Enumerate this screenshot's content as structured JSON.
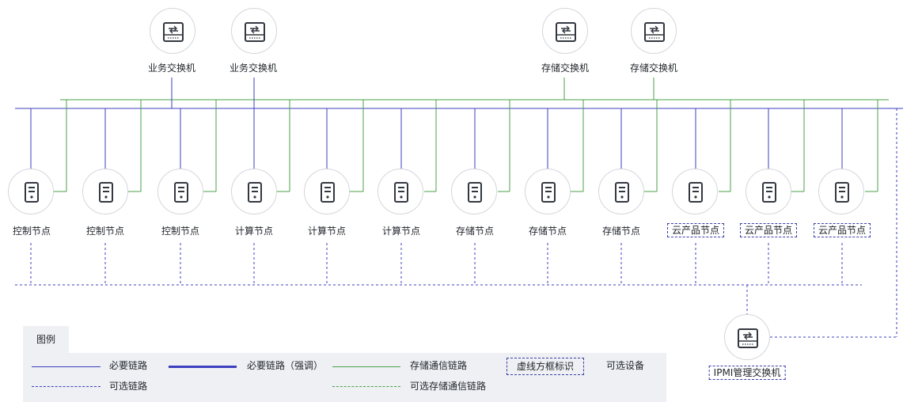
{
  "colors": {
    "required": "#3d3fbf",
    "storage": "#4aa14a",
    "optional": "#3d3fbf",
    "node_border": "#d4d6da",
    "icon": "#333840"
  },
  "top_switches": [
    {
      "label": "业务交换机",
      "icon": "switch-icon"
    },
    {
      "label": "业务交换机",
      "icon": "switch-icon"
    },
    {
      "label": "存储交换机",
      "icon": "switch-icon"
    },
    {
      "label": "存储交换机",
      "icon": "switch-icon"
    }
  ],
  "nodes": [
    {
      "label": "控制节点",
      "icon": "server-icon",
      "optional": false
    },
    {
      "label": "控制节点",
      "icon": "server-icon",
      "optional": false
    },
    {
      "label": "控制节点",
      "icon": "server-icon",
      "optional": false
    },
    {
      "label": "计算节点",
      "icon": "server-icon",
      "optional": false
    },
    {
      "label": "计算节点",
      "icon": "server-icon",
      "optional": false
    },
    {
      "label": "计算节点",
      "icon": "server-icon",
      "optional": false
    },
    {
      "label": "存储节点",
      "icon": "server-icon",
      "optional": false
    },
    {
      "label": "存储节点",
      "icon": "server-icon",
      "optional": false
    },
    {
      "label": "存储节点",
      "icon": "server-icon",
      "optional": false
    },
    {
      "label": "云产品节点",
      "icon": "server-icon",
      "optional": true
    },
    {
      "label": "云产品节点",
      "icon": "server-icon",
      "optional": true
    },
    {
      "label": "云产品节点",
      "icon": "server-icon",
      "optional": true
    }
  ],
  "ipmi_switch": {
    "label": "IPMI管理交换机",
    "icon": "switch-icon",
    "optional": true
  },
  "legend": {
    "title": "图例",
    "required_link": "必要链路",
    "required_link_emphasis": "必要链路（强调）",
    "storage_link": "存储通信链路",
    "dashed_box": "虚线方框标识",
    "optional_device": "可选设备",
    "optional_link": "可选链路",
    "optional_storage_link": "可选存储通信链路"
  }
}
